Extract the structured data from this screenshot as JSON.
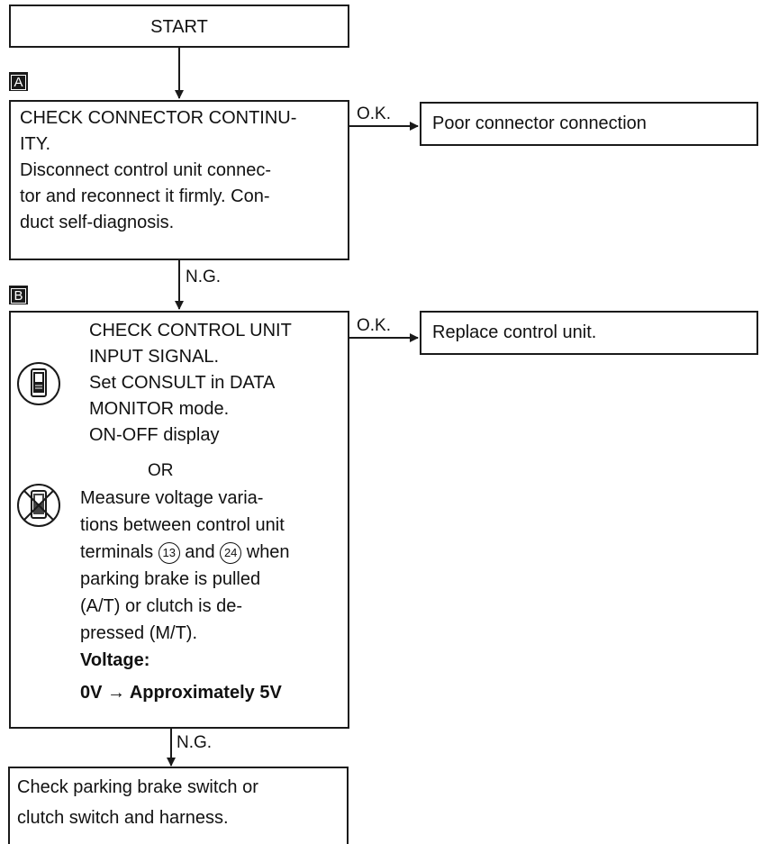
{
  "start": "START",
  "step_a": {
    "marker": "A",
    "lines": [
      "CHECK CONNECTOR CONTINU-",
      "ITY.",
      "Disconnect control unit connec-",
      "tor and reconnect it firmly. Con-",
      "duct self-diagnosis."
    ],
    "ok_label": "O.K.",
    "ok_result": "Poor connector connection",
    "ng_label": "N.G."
  },
  "step_b": {
    "marker": "B",
    "consult_lines": [
      "CHECK CONTROL UNIT",
      "INPUT SIGNAL.",
      "Set CONSULT in DATA",
      "MONITOR mode.",
      "ON-OFF display"
    ],
    "or_label": "OR",
    "manual_lines": [
      "Measure voltage varia-",
      "tions between control unit",
      "terminals ①③ and ②④ when",
      "parking brake is pulled",
      "(A/T) or clutch is de-",
      "pressed (M/T)."
    ],
    "terminal_line": {
      "pre": "terminals ",
      "t1": "13",
      "mid": " and ",
      "t2": "24",
      "post": " when"
    },
    "voltage_label": "Voltage:",
    "voltage_value": "0V → Approximately 5V",
    "ok_label": "O.K.",
    "ok_result": "Replace control unit.",
    "ng_label": "N.G."
  },
  "final_lines": [
    "Check parking brake switch or",
    "clutch switch and harness."
  ],
  "icons": {
    "consult": "consult-tester-icon",
    "no_consult": "no-consult-tester-icon"
  }
}
